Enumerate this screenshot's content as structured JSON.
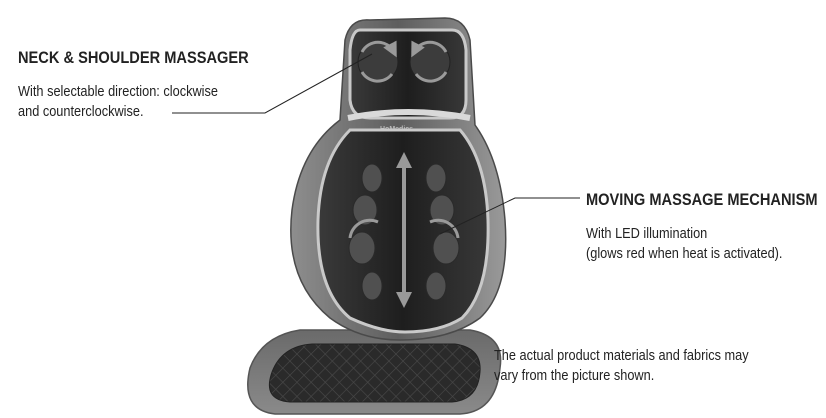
{
  "callouts": {
    "neck": {
      "title": "NECK & SHOULDER MASSAGER",
      "line1": "With selectable direction: clockwise",
      "line2": "and counterclockwise."
    },
    "moving": {
      "title": "MOVING MASSAGE MECHANISM",
      "line1": "With LED illumination",
      "line2": "(glows red when heat is activated)."
    }
  },
  "disclaimer": {
    "line1": "The actual product materials and fabrics may",
    "line2": "vary from the picture shown."
  },
  "product": {
    "brand_logo": "HoMedics",
    "colors": {
      "shell": "#7a7a7a",
      "trim": "#c9c9c9",
      "fabric": "#2e2e2e",
      "seat": "#3a3a3a"
    }
  }
}
